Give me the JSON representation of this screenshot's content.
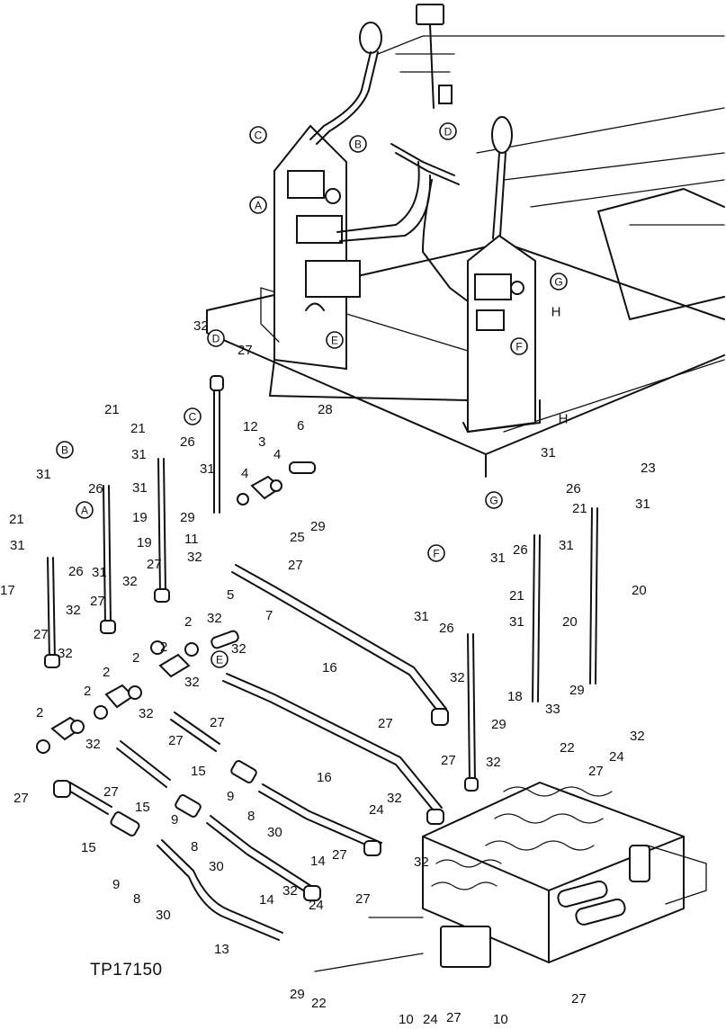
{
  "figure_id": "TP17150",
  "callout_letters": [
    "A",
    "B",
    "C",
    "D",
    "E",
    "F",
    "G",
    "H"
  ],
  "part_numbers": [
    "2",
    "3",
    "4",
    "5",
    "6",
    "7",
    "8",
    "9",
    "10",
    "11",
    "12",
    "13",
    "14",
    "15",
    "16",
    "17",
    "18",
    "19",
    "20",
    "21",
    "22",
    "23",
    "24",
    "25",
    "26",
    "27",
    "28",
    "29",
    "30",
    "31",
    "32",
    "33"
  ],
  "colors": {
    "ink": "#111111",
    "paper": "#ffffff"
  }
}
